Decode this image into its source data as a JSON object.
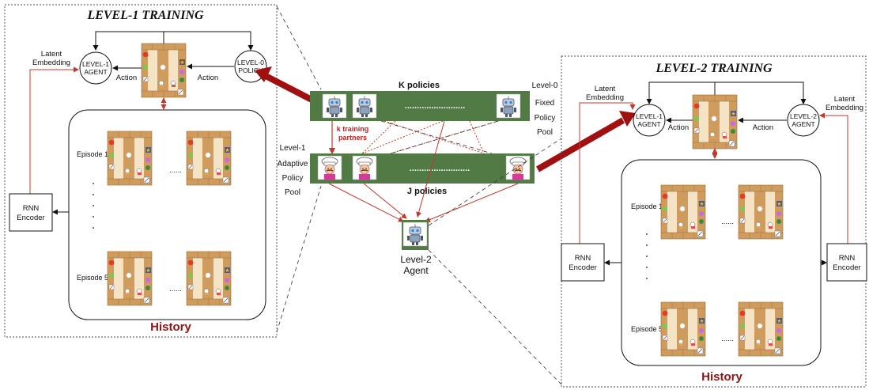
{
  "level1": {
    "title": "LEVEL-1 TRAINING",
    "latent_line1": "Latent",
    "latent_line2": "Embedding",
    "agent_line1": "LEVEL-1",
    "agent_line2": "AGENT",
    "policy_line1": "LEVEL-0",
    "policy_line2": "POLICY",
    "action_left": "Action",
    "action_right": "Action",
    "rnn_line1": "RNN",
    "rnn_line2": "Encoder",
    "episode_first": "Episode 1",
    "episode_last": "Episode 5",
    "history": "History"
  },
  "level2": {
    "title": "LEVEL-2 TRAINING",
    "latent_left_line1": "Latent",
    "latent_left_line2": "Embedding",
    "latent_right_line1": "Latent",
    "latent_right_line2": "Embedding",
    "agent_left_line1": "LEVEL-1",
    "agent_left_line2": "AGENT",
    "agent_right_line1": "LEVEL-2",
    "agent_right_line2": "AGENT",
    "action_left": "Action",
    "action_right": "Action",
    "rnn_left_line1": "RNN",
    "rnn_left_line2": "Encoder",
    "rnn_right_line1": "RNN",
    "rnn_right_line2": "Encoder",
    "episode_first": "Episode 1",
    "episode_last": "Episode 5",
    "history": "History"
  },
  "center": {
    "k_policies": "K policies",
    "j_policies": "J policies",
    "k_training_line1": "k training",
    "k_training_line2": "partners",
    "level0_pool": [
      "Level-0",
      "Fixed",
      "Policy",
      "Pool"
    ],
    "level1_pool": [
      "Level-1",
      "Adaptive",
      "Policy",
      "Pool"
    ],
    "level2_line1": "Level-2",
    "level2_line2": "Agent",
    "ellipsis": "........................."
  },
  "dots": "......",
  "colors": {
    "pool_bar": "#527a45",
    "dark_red": "#a01010",
    "link_red": "#c0392b",
    "kitchen_wood": "#cf9c5e",
    "kitchen_floor": "#f5e3c6"
  }
}
